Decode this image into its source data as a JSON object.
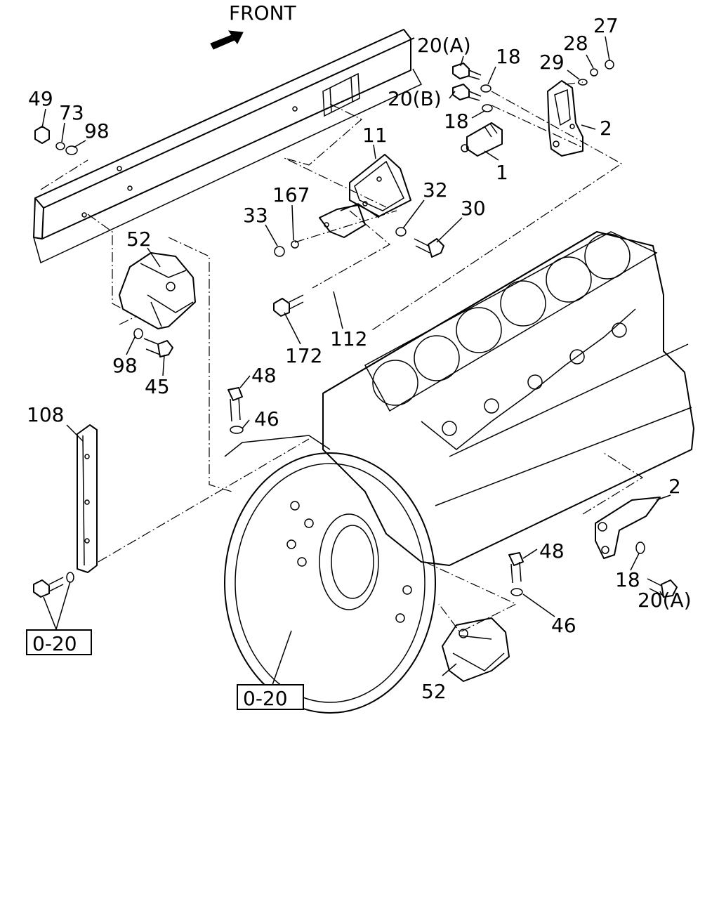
{
  "direction_label": "FRONT",
  "callouts": {
    "p27": "27",
    "p28": "28",
    "p29": "29",
    "p2a": "2",
    "p20a_top": "20(A)",
    "p18a": "18",
    "p20b": "20(B)",
    "p18b": "18",
    "p1": "1",
    "p49": "49",
    "p73": "73",
    "p98a": "98",
    "p11": "11",
    "p167": "167",
    "p33": "33",
    "p32": "32",
    "p30": "30",
    "p52a": "52",
    "p98b": "98",
    "p45": "45",
    "p112": "112",
    "p172": "172",
    "p48a": "48",
    "p46a": "46",
    "p108": "108",
    "p2b": "2",
    "p48b": "48",
    "p46b": "46",
    "p18c": "18",
    "p20a_bot": "20(A)",
    "p52b": "52"
  },
  "references": {
    "ref_left": "0-20",
    "ref_center": "0-20"
  }
}
